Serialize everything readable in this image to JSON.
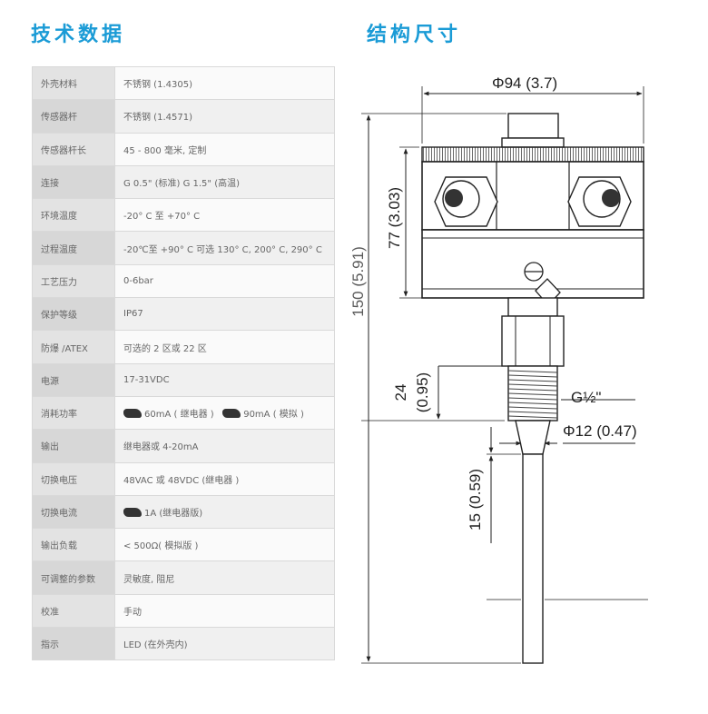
{
  "headings": {
    "left": "技术数据",
    "right": "结构尺寸"
  },
  "spec_rows": [
    {
      "label": "外壳材料",
      "value": "不锈钢 (1.4305)"
    },
    {
      "label": "传感器杆",
      "value": "不锈钢 (1.4571)"
    },
    {
      "label": "传感器杆长",
      "value": "45 - 800 毫米, 定制"
    },
    {
      "label": "连接",
      "value": "G 0.5\" (标准)   G 1.5\" (高温)"
    },
    {
      "label": "环境温度",
      "value": "-20° C 至 +70° C"
    },
    {
      "label": "过程温度",
      "value": "-20℃至 +90° C 可选 130° C, 200° C, 290° C"
    },
    {
      "label": "工艺压力",
      "value": "0-6bar"
    },
    {
      "label": "保护等级",
      "value": "IP67"
    },
    {
      "label": "防爆 /ATEX",
      "value": "可选的 2 区或 22 区"
    },
    {
      "label": "电源",
      "value": "17-31VDC"
    },
    {
      "label": "消耗功率",
      "value_a": "60mA ( 继电器 )",
      "value_b": "90mA ( 模拟 )"
    },
    {
      "label": "输出",
      "value": "继电器或 4-20mA"
    },
    {
      "label": "切换电压",
      "value": "48VAC 或 48VDC (继电器 )"
    },
    {
      "label": "切换电流",
      "value": "1A (继电器版)"
    },
    {
      "label": "输出负载",
      "value": "< 500Ω( 模拟版 )"
    },
    {
      "label": "可调整的参数",
      "value": "灵敏度, 阻尼"
    },
    {
      "label": "校准",
      "value": "手动"
    },
    {
      "label": "指示",
      "value": "LED (在外壳内)"
    }
  ],
  "dimensions": {
    "diameter_top": "Φ94 (3.7)",
    "height_housing": "77 (3.03)",
    "height_total": "150 (5.91)",
    "thread_length": "24",
    "thread_length_in": "(0.95)",
    "thread": "G½\"",
    "rod_diameter": "Φ12 (0.47)",
    "rod_length": "15 (0.59)"
  }
}
